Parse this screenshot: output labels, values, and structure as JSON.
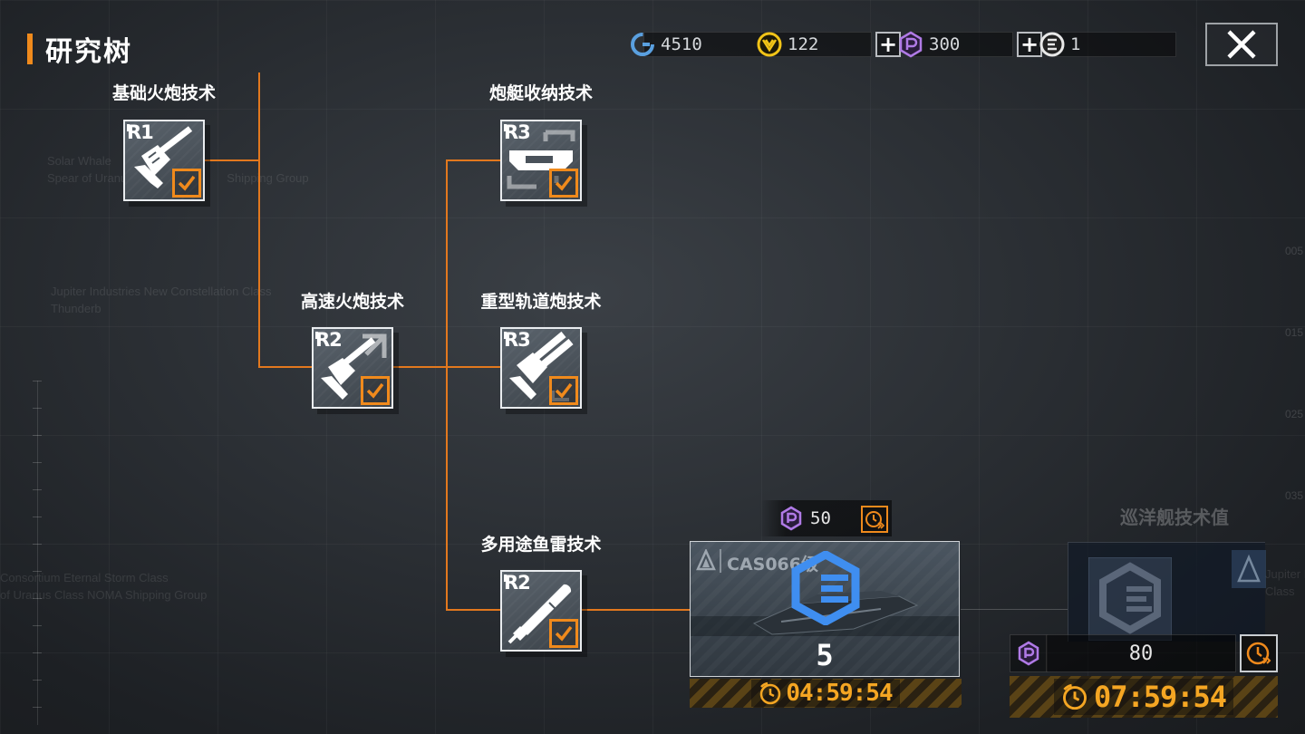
{
  "header": {
    "title": "研究树",
    "close_icon": "close-icon"
  },
  "currencies": [
    {
      "icon": "credit-g-icon",
      "value": "4510",
      "color": "#5aa0e0"
    },
    {
      "icon": "gold-v-icon",
      "value": "122",
      "color": "#f2c418"
    },
    {
      "icon": "tech-p-icon",
      "value": "300",
      "color": "#b07ae6"
    },
    {
      "icon": "token-e-icon",
      "value": "1",
      "color": "#e8e8e8"
    }
  ],
  "background_text": {
    "lines_a": [
      "Solar Whale",
      "Spear of Uranus",
      "Shipping Group"
    ],
    "lines_b": [
      "Jupiter Industries",
      "New Constellation Class",
      "Thunderb"
    ],
    "lines_c": [
      "Consortium Eternal Storm Class",
      "of Uranus Class NOMA Shipping Group"
    ],
    "lines_d": [
      "Jupiter In",
      "Class"
    ],
    "edge_numbers": [
      "005",
      "015",
      "025",
      "035"
    ]
  },
  "nodes": [
    {
      "id": "n1",
      "label": "基础火炮技术",
      "rank": "R1",
      "icon": "basic-cannon-icon",
      "completed": true
    },
    {
      "id": "n2",
      "label": "高速火炮技术",
      "rank": "R2",
      "icon": "rapid-cannon-icon",
      "completed": true
    },
    {
      "id": "n3",
      "label": "炮艇收纳技术",
      "rank": "R3",
      "icon": "gunboat-storage-icon",
      "completed": true
    },
    {
      "id": "n4",
      "label": "重型轨道炮技术",
      "rank": "R3",
      "icon": "heavy-railgun-icon",
      "completed": true
    },
    {
      "id": "n5",
      "label": "多用途鱼雷技术",
      "rank": "R2",
      "icon": "torpedo-icon",
      "completed": true
    }
  ],
  "ship_unlock": {
    "cost_value": "50",
    "cost_icon": "tech-p-icon",
    "speedup_icon": "speedup-clock-icon",
    "ship_code": "CAS066级",
    "count": "5",
    "timer": "04:59:54",
    "timer_icon": "clock-icon"
  },
  "next_unlock": {
    "title": "巡洋舰技术值",
    "cost_value": "80",
    "timer": "07:59:54"
  },
  "colors": {
    "accent": "#f08a1c",
    "line": "#e2781e",
    "timer": "#f5a623"
  }
}
